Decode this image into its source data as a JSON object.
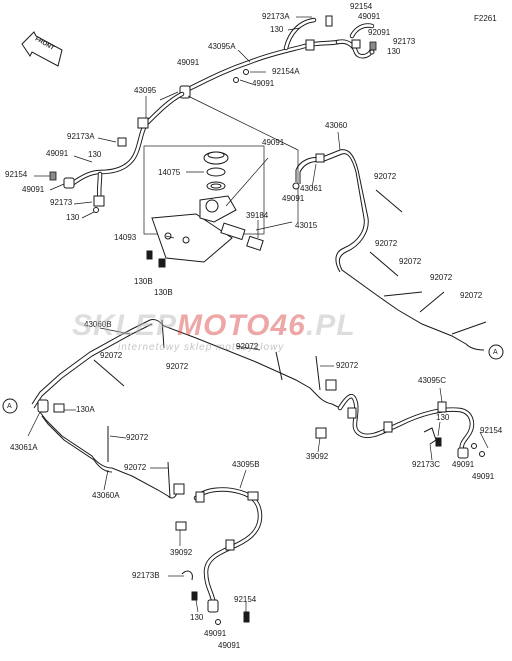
{
  "figure_code": "F2261",
  "front_text": "FRONT",
  "watermark": {
    "brand_part1": "SKLEP",
    "brand_part2": "MOTO",
    "brand_part3": "46",
    "brand_part4": ".PL",
    "tagline": "internetowy sklep motocyklowy"
  },
  "labels": [
    "92173A",
    "130",
    "92154",
    "49091",
    "92091",
    "92173",
    "130",
    "43095A",
    "49091",
    "92154A",
    "49091",
    "43095",
    "92173A",
    "130",
    "49091",
    "92154",
    "49091",
    "92173",
    "130",
    "49091",
    "14075",
    "49091",
    "43061",
    "39184",
    "14093",
    "43015",
    "130B",
    "130B",
    "43060",
    "92072",
    "92072",
    "92072",
    "92072",
    "92072",
    "43060B",
    "92072",
    "92072",
    "92072",
    "92072",
    "A",
    "130A",
    "43061A",
    "92072",
    "92072",
    "43060A",
    "43095B",
    "39092",
    "43095C",
    "130",
    "92154",
    "39092",
    "92173C",
    "49091",
    "49091",
    "92173B",
    "130",
    "92154",
    "49091",
    "49091",
    "A"
  ],
  "colors": {
    "line": "#1a1a1a",
    "background": "#ffffff",
    "watermark_grey": "#b4b4b4",
    "watermark_red": "#d63c3c"
  }
}
